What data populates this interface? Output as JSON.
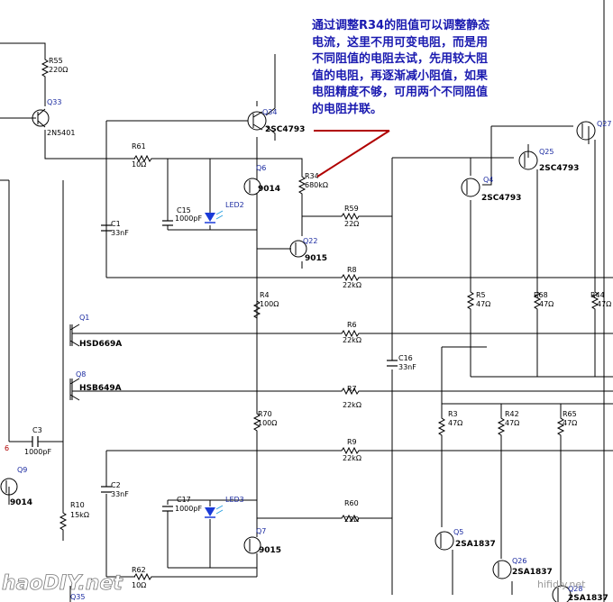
{
  "annotation": {
    "lines": [
      "通过调整R34的阻值可以调整静态",
      "电流，这里不用可变电阻，而是用",
      "不同阻值的电阻去试，先用较大阻",
      "值的电阻，再逐渐减小阻值，如果",
      "电阻精度不够，可用两个不同阻值",
      "的电阻并联。"
    ]
  },
  "transistors": {
    "q33": {
      "ref": "Q33",
      "part": "2N5401"
    },
    "q34": {
      "ref": "Q34",
      "part": "2SC4793"
    },
    "q6": {
      "ref": "Q6",
      "part": "9014"
    },
    "q22": {
      "ref": "Q22",
      "part": "9015"
    },
    "q4": {
      "ref": "Q4",
      "part": "2SC4793"
    },
    "q25": {
      "ref": "Q25",
      "part": "2SC4793"
    },
    "q27": {
      "ref": "Q27",
      "part": ""
    },
    "q1": {
      "ref": "Q1",
      "part": "HSD669A"
    },
    "q8": {
      "ref": "Q8",
      "part": "HSB649A"
    },
    "q9": {
      "ref": "Q9",
      "part": "9014"
    },
    "q7": {
      "ref": "Q7",
      "part": "9015"
    },
    "q5": {
      "ref": "Q5",
      "part": "2SA1837"
    },
    "q26": {
      "ref": "Q26",
      "part": "2SA1837"
    },
    "q35": {
      "ref": "Q35",
      "part": ""
    },
    "q28": {
      "ref": "Q28",
      "part": "2SA1837"
    }
  },
  "resistors": {
    "r55": {
      "ref": "R55",
      "value": "220Ω"
    },
    "r61": {
      "ref": "R61",
      "value": "10Ω"
    },
    "r34": {
      "ref": "R34",
      "value": "680kΩ"
    },
    "r59": {
      "ref": "R59",
      "value": "22Ω"
    },
    "r8": {
      "ref": "R8",
      "value": "22kΩ"
    },
    "r4": {
      "ref": "R4",
      "value": "100Ω"
    },
    "r6": {
      "ref": "R6",
      "value": "22kΩ"
    },
    "r5": {
      "ref": "R5",
      "value": "47Ω"
    },
    "r68": {
      "ref": "R68",
      "value": "47Ω"
    },
    "r44": {
      "ref": "R44",
      "value": "47Ω"
    },
    "r7": {
      "ref": "R7",
      "value": "22kΩ"
    },
    "r70": {
      "ref": "R70",
      "value": "100Ω"
    },
    "r3": {
      "ref": "R3",
      "value": "47Ω"
    },
    "r42": {
      "ref": "R42",
      "value": "47Ω"
    },
    "r65": {
      "ref": "R65",
      "value": "47Ω"
    },
    "r9": {
      "ref": "R9",
      "value": "22kΩ"
    },
    "r10": {
      "ref": "R10",
      "value": "15kΩ"
    },
    "r60": {
      "ref": "R60",
      "value": "22Ω"
    },
    "r62": {
      "ref": "R62",
      "value": "10Ω"
    }
  },
  "capacitors": {
    "c1": {
      "ref": "C1",
      "value": "33nF"
    },
    "c15": {
      "ref": "C15",
      "value": "1000pF"
    },
    "c16": {
      "ref": "C16",
      "value": "33nF"
    },
    "c3": {
      "ref": "C3",
      "value": "1000pF"
    },
    "c2": {
      "ref": "C2",
      "value": "33nF"
    },
    "c17": {
      "ref": "C17",
      "value": "1000pF"
    }
  },
  "leds": {
    "led2": {
      "ref": "LED2"
    },
    "led3": {
      "ref": "LED3"
    }
  },
  "net_label_6": "6",
  "watermarks": {
    "left": "haoDIY.net",
    "right": "hifidiy.net"
  },
  "colors": {
    "wire": "#000000",
    "annotation_text": "#1a1ab0",
    "annotation_underline": "#b00000",
    "reference_label": "#1a2aa0",
    "led_body": "#1a3ad8",
    "led_rays": "#2aa0e0"
  }
}
